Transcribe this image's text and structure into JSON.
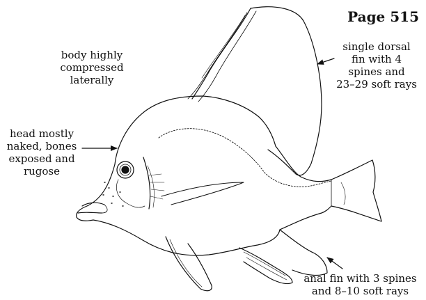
{
  "page": {
    "label": "Page 515"
  },
  "annotations": {
    "body": [
      "body highly",
      "compressed",
      "laterally"
    ],
    "head": [
      "head mostly",
      "naked, bones",
      "exposed and",
      "rugose"
    ],
    "dorsal": [
      "single dorsal",
      "fin with 4",
      "spines and",
      "23–29 soft rays"
    ],
    "anal": [
      "anal fin with 3 spines",
      "and 8–10 soft rays"
    ]
  },
  "colors": {
    "ink": "#111111",
    "background": "#ffffff"
  }
}
